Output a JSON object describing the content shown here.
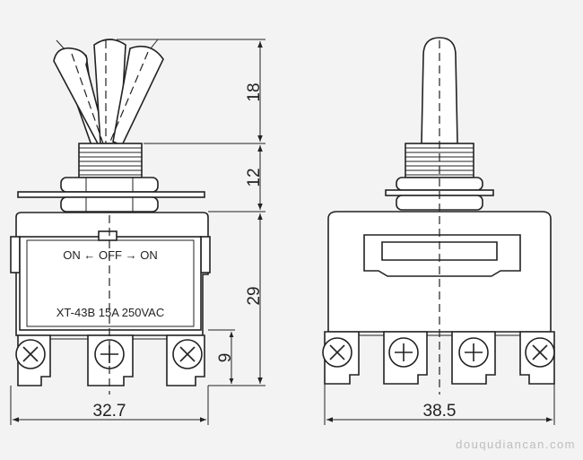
{
  "dimensions": {
    "lever_height": "18",
    "bushing_height": "12",
    "body_height": "29",
    "terminal_height": "9",
    "front_width": "32.7",
    "side_width": "38.5"
  },
  "plate": {
    "positions": "ON ← OFF → ON",
    "model_rating": "XT-43B 15A 250VAC"
  },
  "watermark": "douqudiancan.com"
}
